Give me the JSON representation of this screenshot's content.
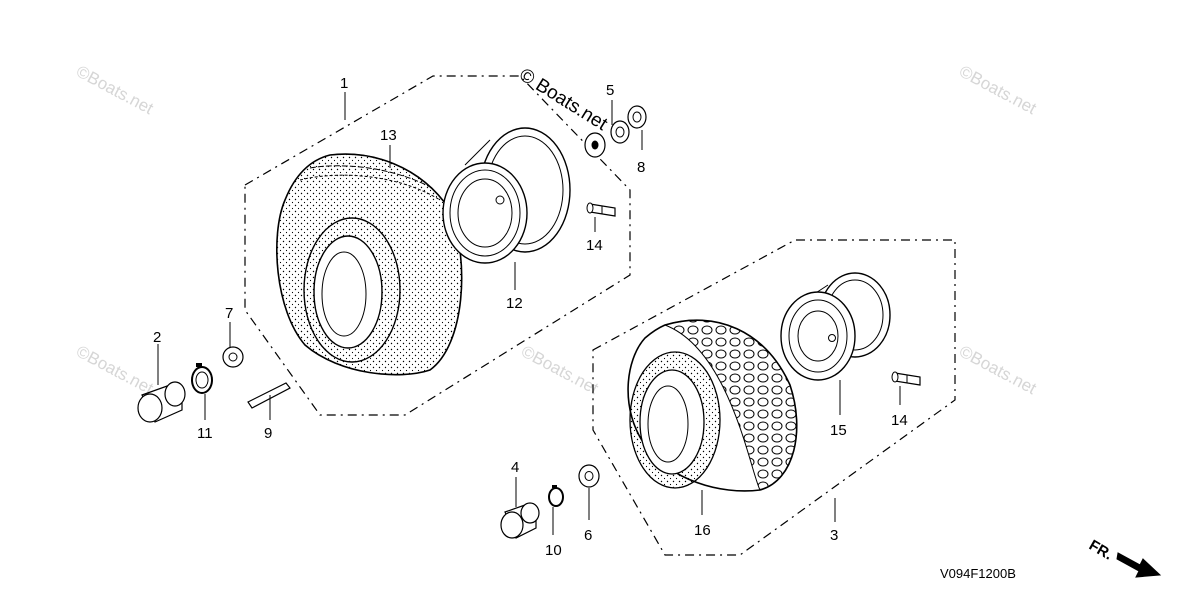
{
  "watermarks": {
    "top_left": "©Boats.net",
    "top_center": "© Boats.net",
    "top_right": "©Boats.net",
    "mid_left": "©Boats.net",
    "mid_center": "©Boats.net",
    "mid_right": "©Boats.net"
  },
  "callouts": {
    "p1": "1",
    "p2": "2",
    "p3": "3",
    "p4": "4",
    "p5": "5",
    "p6": "6",
    "p7": "7",
    "p8": "8",
    "p9": "9",
    "p10": "10",
    "p11": "11",
    "p12": "12",
    "p13": "13",
    "p14a": "14",
    "p14b": "14",
    "p15": "15",
    "p16": "16"
  },
  "diagram_code": "V094F1200B",
  "direction_label": "FR."
}
